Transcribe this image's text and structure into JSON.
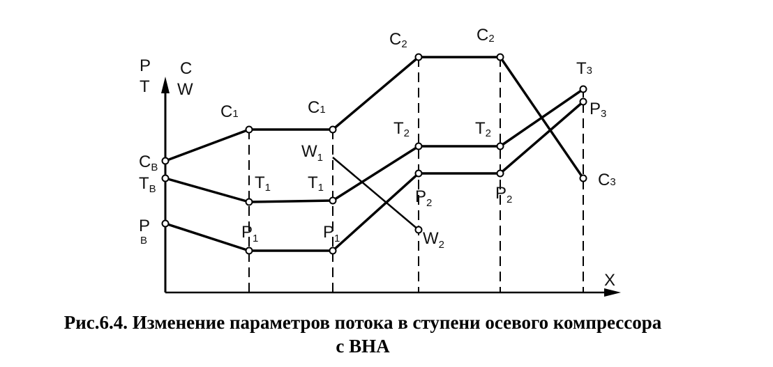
{
  "axes": {
    "y_labels": [
      "P",
      "T",
      "C",
      "W"
    ],
    "x_label": "X"
  },
  "labels": [
    {
      "id": "cb",
      "main": "C",
      "sub": "B"
    },
    {
      "id": "tb",
      "main": "T",
      "sub": "B"
    },
    {
      "id": "pb",
      "main": "P",
      "sub": "B"
    },
    {
      "id": "c1a",
      "main": "C",
      "sub": "1"
    },
    {
      "id": "c1b",
      "main": "C",
      "sub": "1"
    },
    {
      "id": "t1a",
      "main": "T",
      "sub": "1"
    },
    {
      "id": "t1b",
      "main": "T",
      "sub": "1"
    },
    {
      "id": "p1a",
      "main": "P",
      "sub": "1"
    },
    {
      "id": "p1b",
      "main": "P",
      "sub": "1"
    },
    {
      "id": "w1",
      "main": "W",
      "sub": "1"
    },
    {
      "id": "c2a",
      "main": "C",
      "sub": "2"
    },
    {
      "id": "c2b",
      "main": "C",
      "sub": "2"
    },
    {
      "id": "t2a",
      "main": "T",
      "sub": "2"
    },
    {
      "id": "t2b",
      "main": "T",
      "sub": "2"
    },
    {
      "id": "p2a",
      "main": "P",
      "sub": "2"
    },
    {
      "id": "p2b",
      "main": "P",
      "sub": "2"
    },
    {
      "id": "w2",
      "main": "W",
      "sub": "2"
    },
    {
      "id": "t3",
      "main": "T",
      "sub": "3"
    },
    {
      "id": "p3",
      "main": "P",
      "sub": "3"
    },
    {
      "id": "c3",
      "main": "C",
      "sub": "3"
    }
  ],
  "caption": {
    "line1": "Рис.6.4. Изменение параметров потока в ступени осевого компрессора",
    "line2": "с ВНА"
  }
}
